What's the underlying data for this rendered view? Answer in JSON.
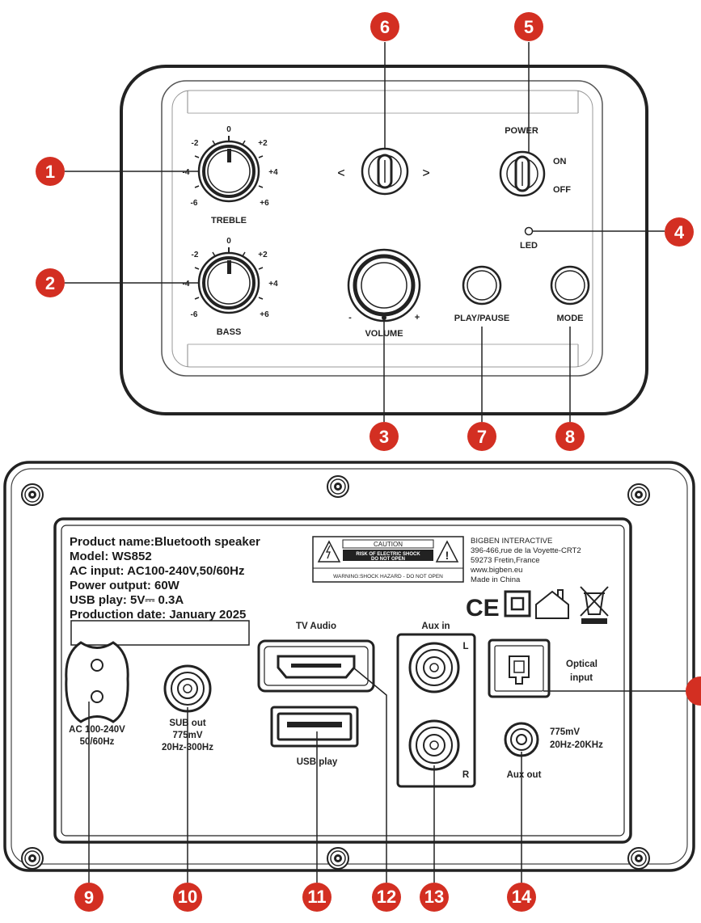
{
  "front_panel": {
    "treble": {
      "label": "TREBLE",
      "marks": [
        "0",
        "-2",
        "+2",
        "-4",
        "+4",
        "-6",
        "+6"
      ]
    },
    "bass": {
      "label": "BASS",
      "marks": [
        "0",
        "-2",
        "+2",
        "-4",
        "+4",
        "-6",
        "+6"
      ]
    },
    "nav_left": "<",
    "nav_right": ">",
    "power": {
      "label": "POWER",
      "on": "ON",
      "off": "OFF"
    },
    "led": "LED",
    "volume": {
      "label": "VOLUME",
      "minus": "-",
      "plus": "+"
    },
    "play_pause": "PLAY/PAUSE",
    "mode": "MODE"
  },
  "rear_panel": {
    "info_lines": [
      "Product name:Bluetooth speaker",
      "Model: WS852",
      "AC input: AC100-240V,50/60Hz",
      "Power output: 60W",
      "USB play: 5V⎓ 0.3A",
      "Production date: January 2025"
    ],
    "caution": {
      "title": "CAUTION",
      "line1": "RISK OF ELECTRIC SHOCK",
      "line2": "DO NOT OPEN",
      "warning": "WARNING:SHOCK HAZARD - DO NOT OPEN"
    },
    "manufacturer": [
      "BIGBEN INTERACTIVE",
      "396-466,rue de la Voyette-CRT2",
      "59273 Fretin,France",
      "www.bigben.eu",
      "Made in China"
    ],
    "ce_mark": "CE",
    "ac": {
      "line1": "AC 100-240V",
      "line2": "50/60Hz"
    },
    "sub_out": {
      "line1": "SUB out",
      "line2": "775mV",
      "line3": "20Hz-300Hz"
    },
    "tv_audio": "TV Audio",
    "usb_play": "USB play",
    "aux_in": {
      "label": "Aux in",
      "left": "L",
      "right": "R"
    },
    "optical": {
      "line1": "Optical",
      "line2": "input"
    },
    "aux_out": {
      "label": "Aux out",
      "line1": "775mV",
      "line2": "20Hz-20KHz"
    }
  },
  "callouts": [
    "1",
    "2",
    "3",
    "4",
    "5",
    "6",
    "7",
    "8",
    "9",
    "10",
    "11",
    "12",
    "13",
    "14"
  ],
  "colors": {
    "callout": "#d32f22",
    "line": "#222222"
  }
}
